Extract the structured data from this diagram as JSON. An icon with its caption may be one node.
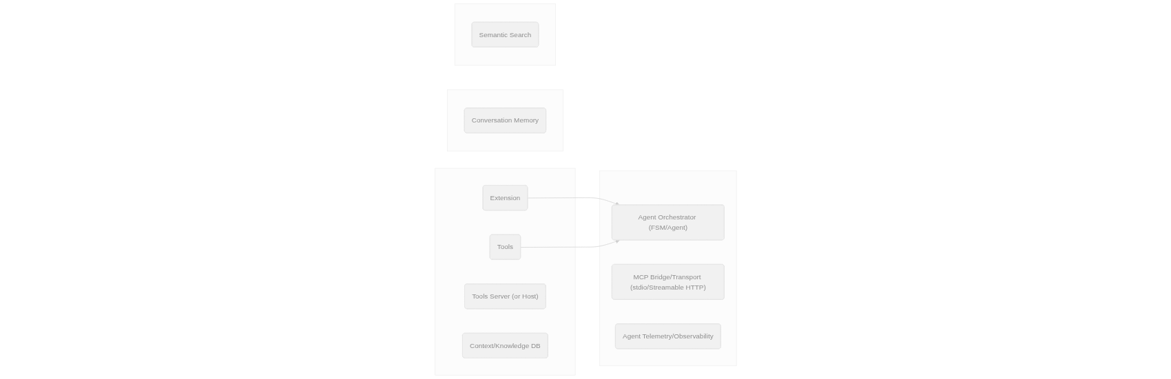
{
  "diagram": {
    "nodes": [
      {
        "text": [],
        "shape": "box"
      },
      {
        "text": [
          "Extension"
        ],
        "in": 0
      },
      {
        "text": [
          "Tools"
        ],
        "in": 0
      },
      {
        "text": [
          "Tools Server (or Host)"
        ],
        "in": 0
      },
      {
        "text": [
          "Context/Knowledge DB"
        ],
        "in": 0
      },
      {
        "text": [],
        "shape": "box"
      },
      {
        "text": [
          "Agent Orchestrator (FSM/Agent)"
        ],
        "in": 5
      },
      {
        "text": [
          "MCP Bridge/Transport (stdio/Streamable HTTP)"
        ],
        "in": 5
      },
      {
        "text": [
          "Agent Telemetry/Observability"
        ],
        "in": 5
      },
      {
        "text": [],
        "shape": "box"
      },
      {
        "text": [
          "Conversation Memory"
        ],
        "in": 9
      },
      {
        "text": [],
        "shape": "box"
      },
      {
        "text": [
          "Semantic Search"
        ],
        "in": 11
      }
    ],
    "edges": [
      {
        "from": 1,
        "to": 6,
        "arrow": "to"
      },
      {
        "from": 2,
        "to": 6,
        "arrow": "to"
      }
    ]
  }
}
